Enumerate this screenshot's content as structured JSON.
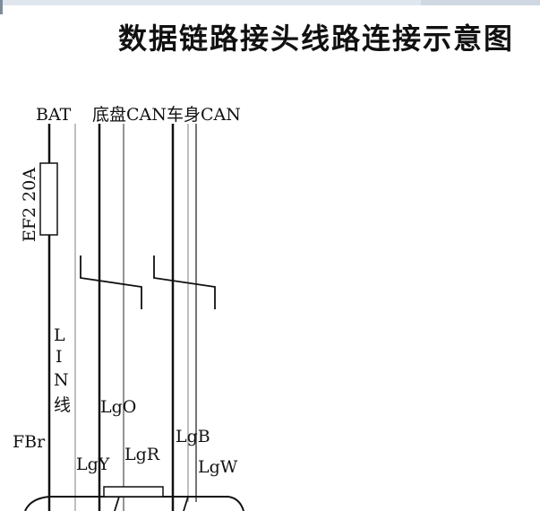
{
  "title": "数据链路接头线路连接示意图",
  "labels": {
    "bat": "BAT",
    "chassis_can": "底盘CAN",
    "body_can": "车身CAN",
    "fuse": "EF2 20A",
    "lin": [
      "L",
      "I",
      "N",
      "线"
    ],
    "fbr": "FBr",
    "lgo": "LgO",
    "lgy": "LgY",
    "lgr": "LgR",
    "lgb": "LgB",
    "lgw": "LgW"
  },
  "colors": {
    "line": "#111111",
    "light_wire": "#9a9a9a"
  }
}
